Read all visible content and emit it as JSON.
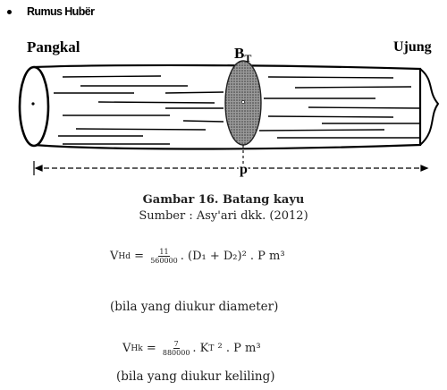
{
  "section": {
    "bullet_label": "Rumus Hubër"
  },
  "figure": {
    "label_left": "Pangkal",
    "label_center": "B",
    "label_center_sub": "T",
    "label_right": "Ujung",
    "label_length": "p"
  },
  "caption": {
    "title": "Gambar 16. Batang kayu",
    "source": "Sumber : Asy'ari dkk. (2012)"
  },
  "formula_diameter": {
    "v": "V",
    "v_sub": "Hd",
    "eq": " = ",
    "num": "11",
    "den": "560000",
    "rest": ". (D₁ + D₂)² . P m³"
  },
  "note_diameter": "(bila yang diukur diameter)",
  "formula_circumference": {
    "v": "V",
    "v_sub": "Hk",
    "eq": " = ",
    "num": "7",
    "den": "880000",
    "rest": ". K",
    "k_sub": "T",
    "tail": " ² . P m³"
  },
  "note_circumference": "(bila yang diukur keliling)"
}
